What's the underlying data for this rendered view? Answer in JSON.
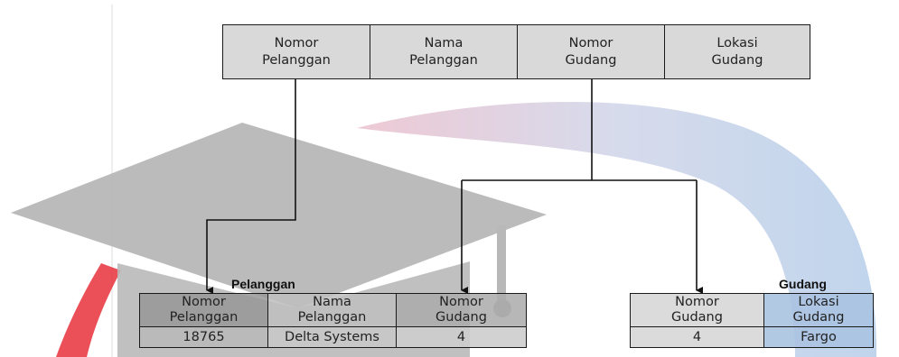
{
  "top_table": {
    "columns": [
      "Nomor\nPelanggan",
      "Nama\nPelanggan",
      "Nomor\nGudang",
      "Lokasi\nGudang"
    ]
  },
  "pelanggan_table": {
    "title": "Pelanggan",
    "headers": [
      "Nomor\nPelanggan",
      "Nama\nPelanggan",
      "Nomor\nGudang"
    ],
    "row": [
      "18765",
      "Delta Systems",
      "4"
    ]
  },
  "gudang_table": {
    "title": "Gudang",
    "headers": [
      "Nomor\nGudang",
      "Lokasi\nGudang"
    ],
    "row": [
      "4",
      "Fargo"
    ]
  },
  "colors": {
    "cell_fill": "#d9d9d9",
    "line": "#1a1a1a",
    "watermark_gray": "#b3b3b3",
    "watermark_blue": "#7ea6d6",
    "watermark_pink": "#e88a9c",
    "watermark_red": "#e8303a"
  }
}
